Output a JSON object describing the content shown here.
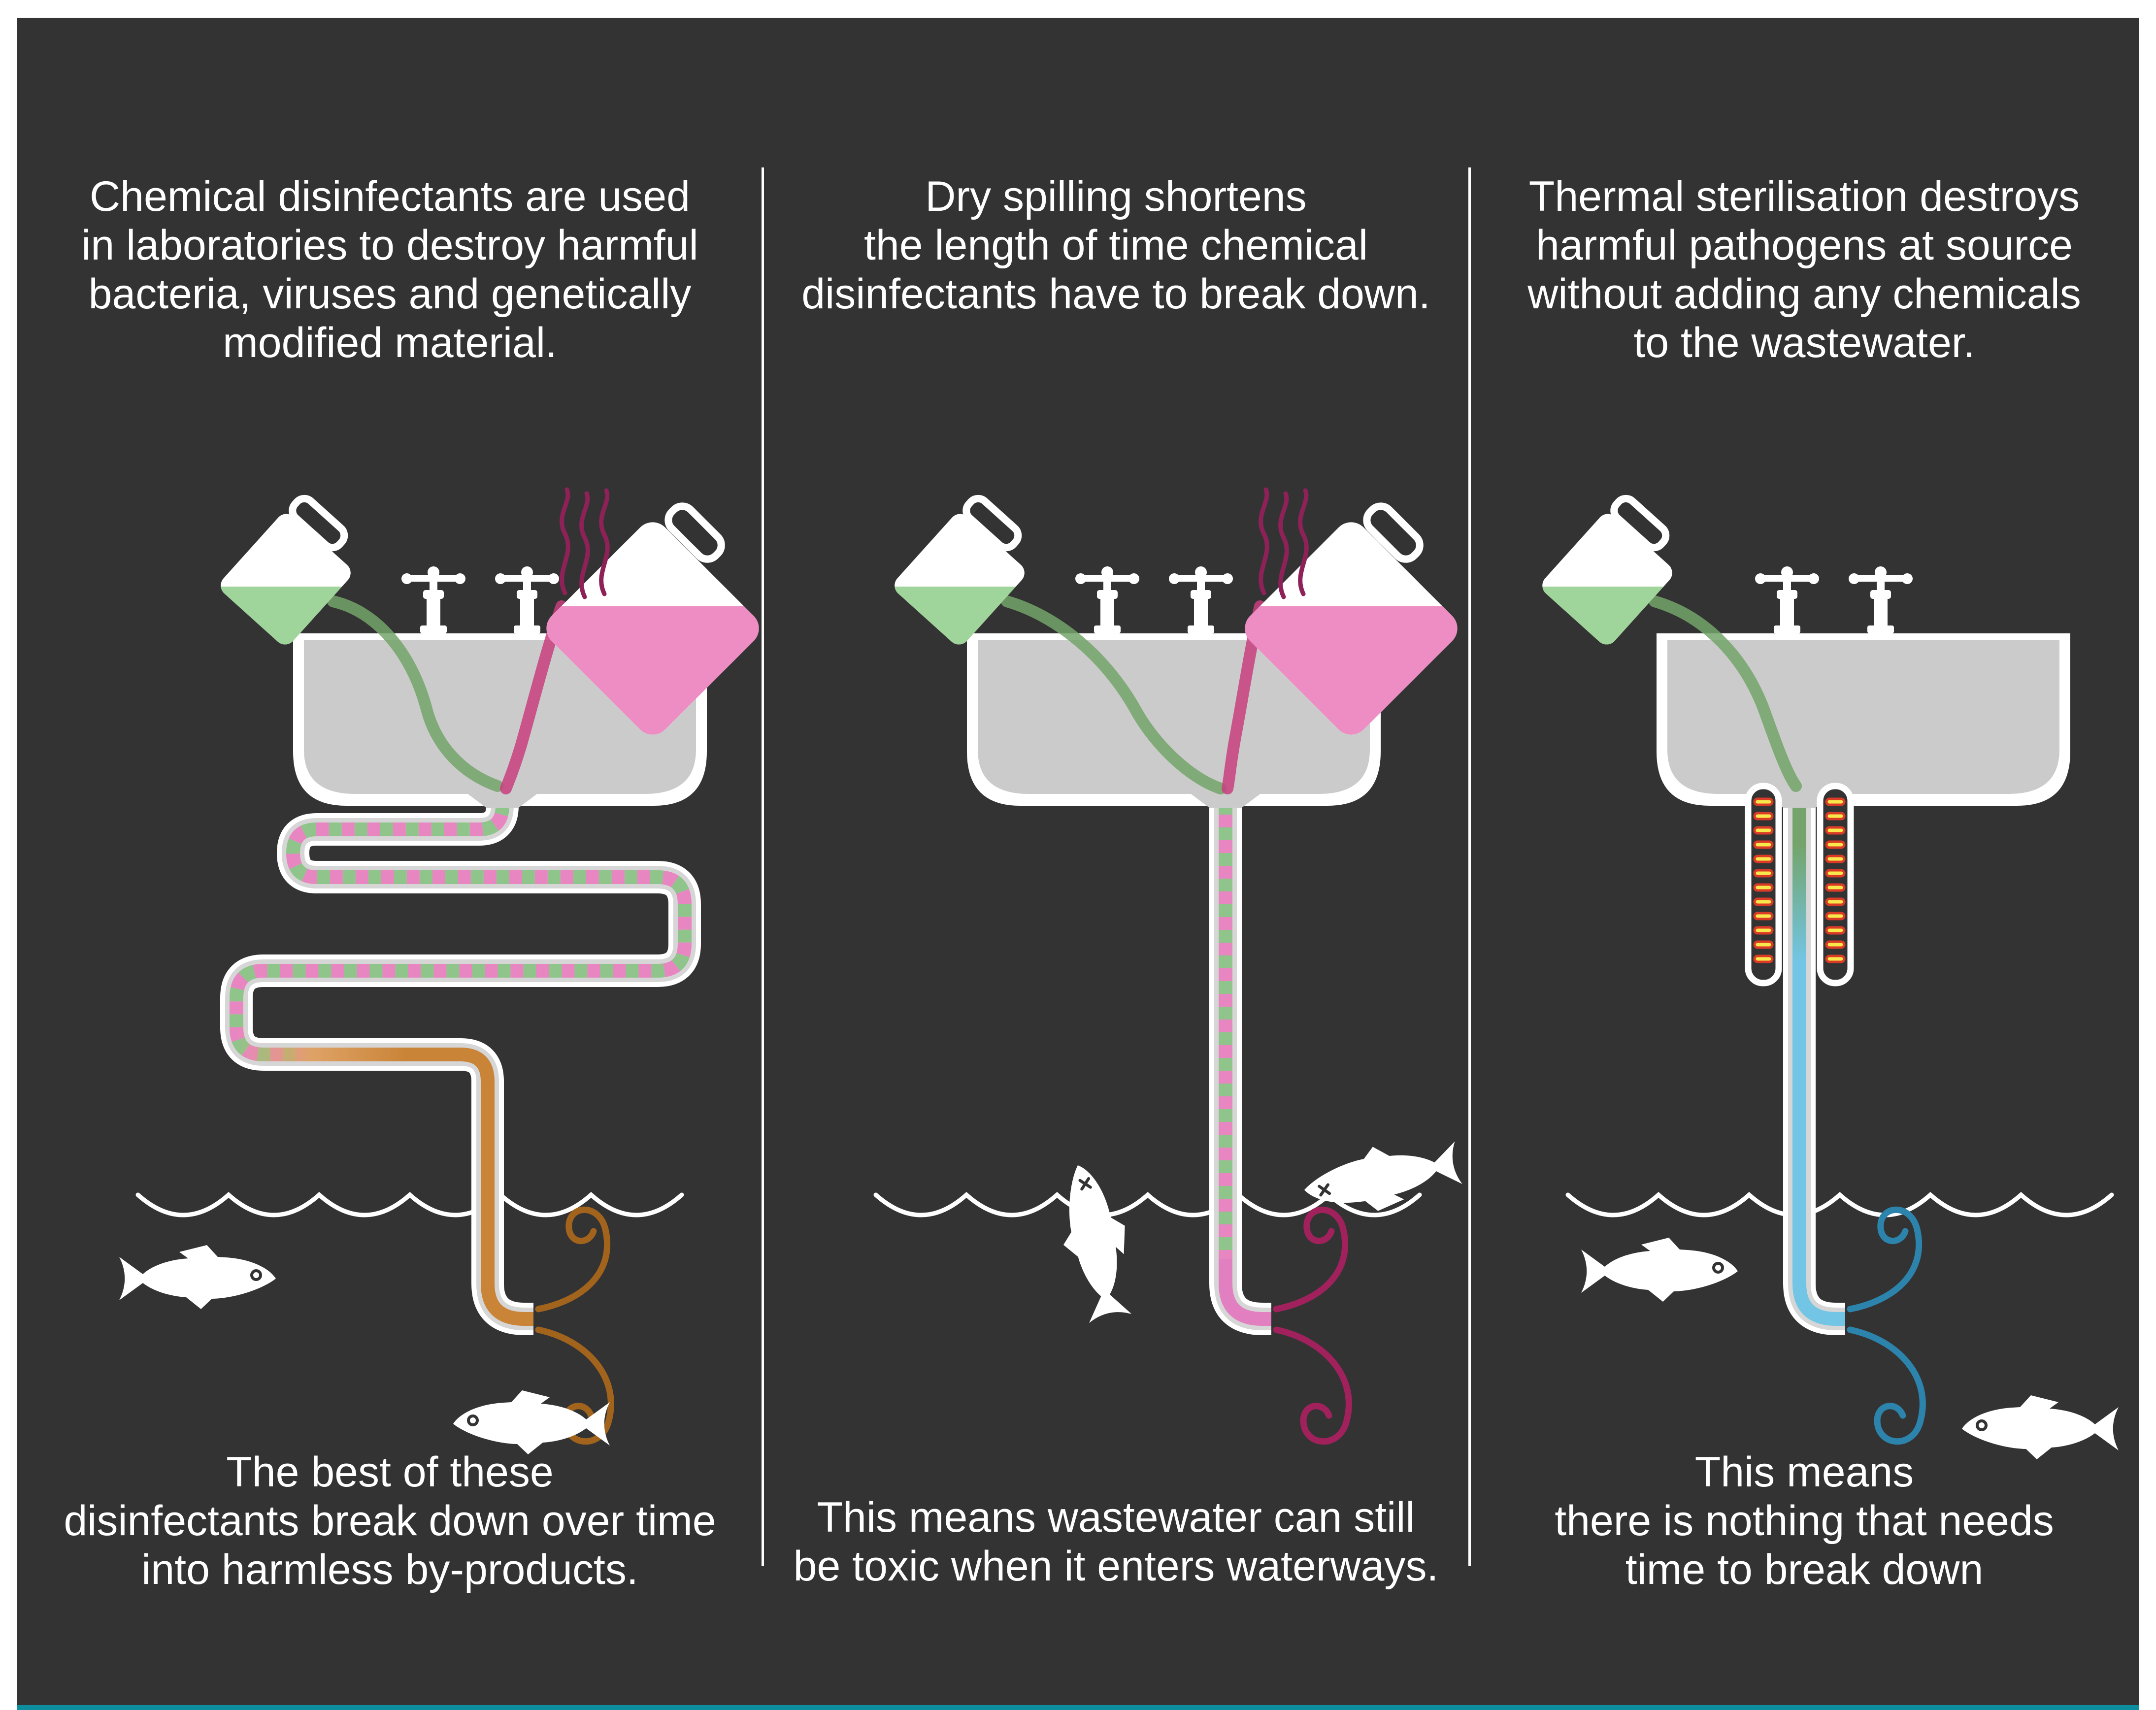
{
  "panels": [
    {
      "id": "chemical-disinfectants",
      "top_text": "Chemical disinfectants are used\nin laboratories to destroy harmful\nbacteria, viruses and genetically\nmodified material.",
      "bottom_text": "The best of these\ndisinfectants break down over time\ninto harmless by-products."
    },
    {
      "id": "dry-spilling",
      "top_text": "Dry spilling shortens\nthe length of time chemical\ndisinfectants have to break down.",
      "bottom_text": "This means wastewater can still\nbe toxic when it enters waterways."
    },
    {
      "id": "thermal-sterilisation",
      "top_text": "Thermal sterilisation destroys\nharmful pathogens at source\nwithout adding any chemicals\nto the wastewater.",
      "bottom_text": "This means\nthere is nothing that needs\ntime to break down"
    }
  ],
  "colors": {
    "background": "#ffffff",
    "panel_bg": "#333333",
    "text": "#ffffff",
    "accent_bar": "#0d8e9e",
    "pink": "#ee8cc4",
    "pink_stream": "#c8407e",
    "pink_outlet": "#e27fc0",
    "magenta_fume": "#8e2158",
    "magenta_swirl": "#a1215d",
    "green_liquid": "#9fd49b",
    "green_stream": "#74a46b",
    "stripe_green": "#8fc48b",
    "stripe_pink": "#e886c2",
    "orange": "#dfa266",
    "orange_deep": "#c98437",
    "orange_swirl": "#a2641c",
    "blue": "#72c5e4",
    "blue_swirl": "#2c84ad",
    "sink_gray": "#cbcbcb",
    "pipe_gray": "#d6d6d6",
    "heater_yellow": "#f8e84b",
    "heater_red": "#da3b26",
    "fish": "#ffffff"
  }
}
